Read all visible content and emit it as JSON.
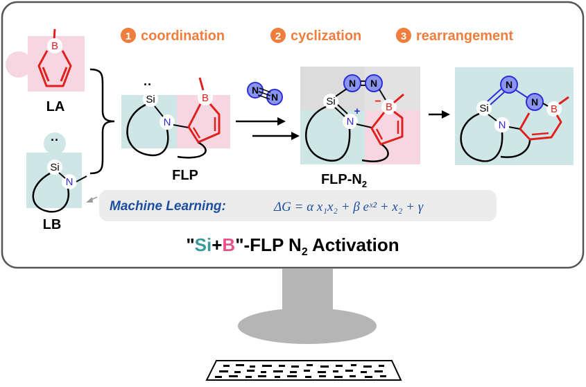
{
  "steps": [
    {
      "num": "1",
      "label": "coordination"
    },
    {
      "num": "2",
      "label": "cyclization"
    },
    {
      "num": "3",
      "label": "rearrangement"
    }
  ],
  "molecules": {
    "la": "LA",
    "lb": "LB",
    "flp": "FLP",
    "flp_n2": "FLP-N",
    "flp_n2_sub": "2"
  },
  "atoms": {
    "si": "Si",
    "b": "B",
    "n": "N",
    "lone_pair": "··",
    "plus": "+",
    "minus": "−"
  },
  "machine_learning": {
    "title": "Machine Learning:",
    "equation": "ΔG = α x₁x₂ + β eˣ² + x₂ + γ"
  },
  "caption": {
    "quote_open": "\"",
    "si": "Si",
    "plus": "+",
    "b": "B",
    "quote_close": "\"",
    "rest": "-FLP N",
    "sub": "2",
    "tail": " Activation"
  },
  "colors": {
    "si_teal": "#3a9a9a",
    "b_pink": "#e8538a",
    "step_orange": "#ef7d3c",
    "ml_blue": "#1c4fa0",
    "nitrogen_blue": "#2c2cd8",
    "boron_red": "#e0201c",
    "teal_bg": "#cfe6e6",
    "pink_bg": "#f6d6e0"
  }
}
